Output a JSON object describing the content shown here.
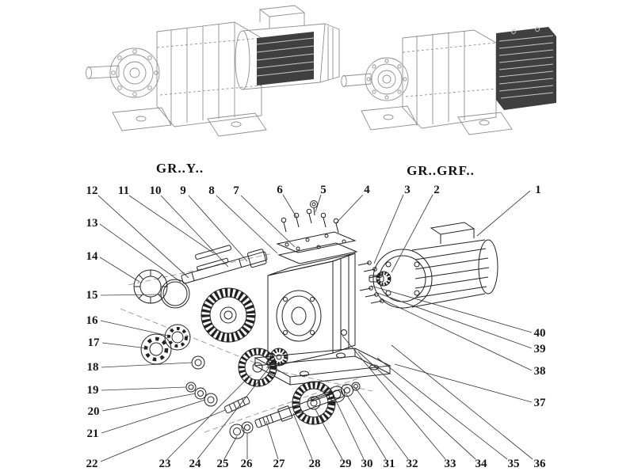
{
  "figure": {
    "left_model_label": "GR..Y..",
    "right_model_label": "GR..GRF.."
  },
  "callouts": [
    {
      "label": "1"
    },
    {
      "label": "2"
    },
    {
      "label": "3"
    },
    {
      "label": "4"
    },
    {
      "label": "5"
    },
    {
      "label": "6"
    },
    {
      "label": "7"
    },
    {
      "label": "8"
    },
    {
      "label": "9"
    },
    {
      "label": "10"
    },
    {
      "label": "11"
    },
    {
      "label": "12"
    },
    {
      "label": "13"
    },
    {
      "label": "14"
    },
    {
      "label": "15"
    },
    {
      "label": "16"
    },
    {
      "label": "17"
    },
    {
      "label": "18"
    },
    {
      "label": "19"
    },
    {
      "label": "20"
    },
    {
      "label": "21"
    },
    {
      "label": "22"
    },
    {
      "label": "23"
    },
    {
      "label": "24"
    },
    {
      "label": "25"
    },
    {
      "label": "26"
    },
    {
      "label": "27"
    },
    {
      "label": "28"
    },
    {
      "label": "29"
    },
    {
      "label": "30"
    },
    {
      "label": "31"
    },
    {
      "label": "32"
    },
    {
      "label": "33"
    },
    {
      "label": "34"
    },
    {
      "label": "35"
    },
    {
      "label": "36"
    },
    {
      "label": "37"
    },
    {
      "label": "38"
    },
    {
      "label": "39"
    },
    {
      "label": "40"
    }
  ],
  "colors": {
    "background": "#ffffff",
    "diagram_line": "#222222",
    "illustration_line": "#8f8f8f",
    "callout_text": "#161616"
  }
}
